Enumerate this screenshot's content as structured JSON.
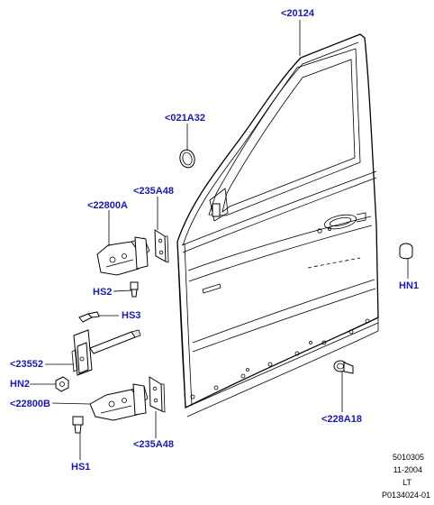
{
  "labels": {
    "door_shell": "<20124",
    "plug": "<021A32",
    "upper_hinge": "<22800A",
    "upper_hinge_bracket": "<235A48",
    "bolt_hs2": "HS2",
    "bolt_hs3": "HS3",
    "check_arm": "<23552",
    "nut_hn2": "HN2",
    "lower_hinge": "<22800B",
    "lower_hinge_bracket": "<235A48",
    "bolt_hs1": "HS1",
    "nut_hn1": "HN1",
    "bumper": "<228A18"
  },
  "footer": {
    "code": "5010305",
    "date": "11-2004",
    "side": "LT",
    "ref": "P0134024-01"
  },
  "colors": {
    "label": "#1a1aa6",
    "line": "#000000"
  }
}
